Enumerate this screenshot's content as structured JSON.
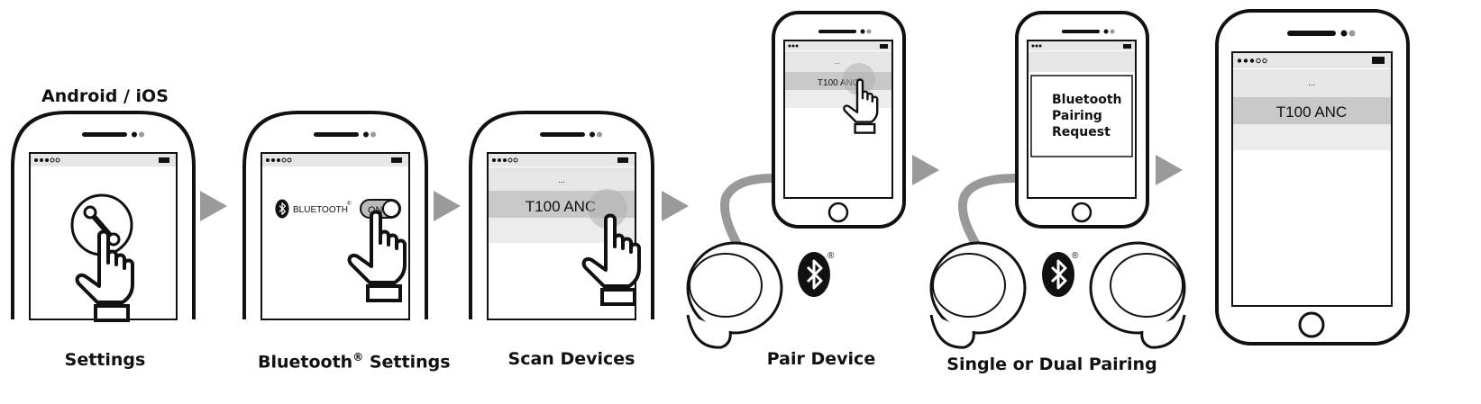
{
  "header": {
    "platform_label": "Android / iOS"
  },
  "steps": [
    {
      "label": "Settings"
    },
    {
      "label_main": "Bluetooth",
      "label_mark": "®",
      "label_rest": "Settings"
    },
    {
      "label": "Scan Devices"
    },
    {
      "label": "Pair Device"
    },
    {
      "label": "Single or Dual Pairing"
    },
    {
      "label": ""
    }
  ],
  "screens": {
    "bluetooth_text": "BLUETOOTH",
    "bluetooth_mark": "®",
    "toggle_label": "ON",
    "menu_dots": "...",
    "device_name": "T100 ANC",
    "pairing_request": [
      "Bluetooth",
      "Pairing",
      "Request"
    ]
  },
  "colors": {
    "outline": "#111111",
    "screen_bar": "#e6e6e6",
    "highlight_row": "#c8c8c8",
    "arrow": "#9a9a9a",
    "touch_ripple": "#b0b0b0"
  },
  "icons": [
    "wrench-icon",
    "hand-pointer-icon",
    "bluetooth-icon",
    "earbud-icon",
    "step-arrow-icon",
    "home-button-icon"
  ]
}
